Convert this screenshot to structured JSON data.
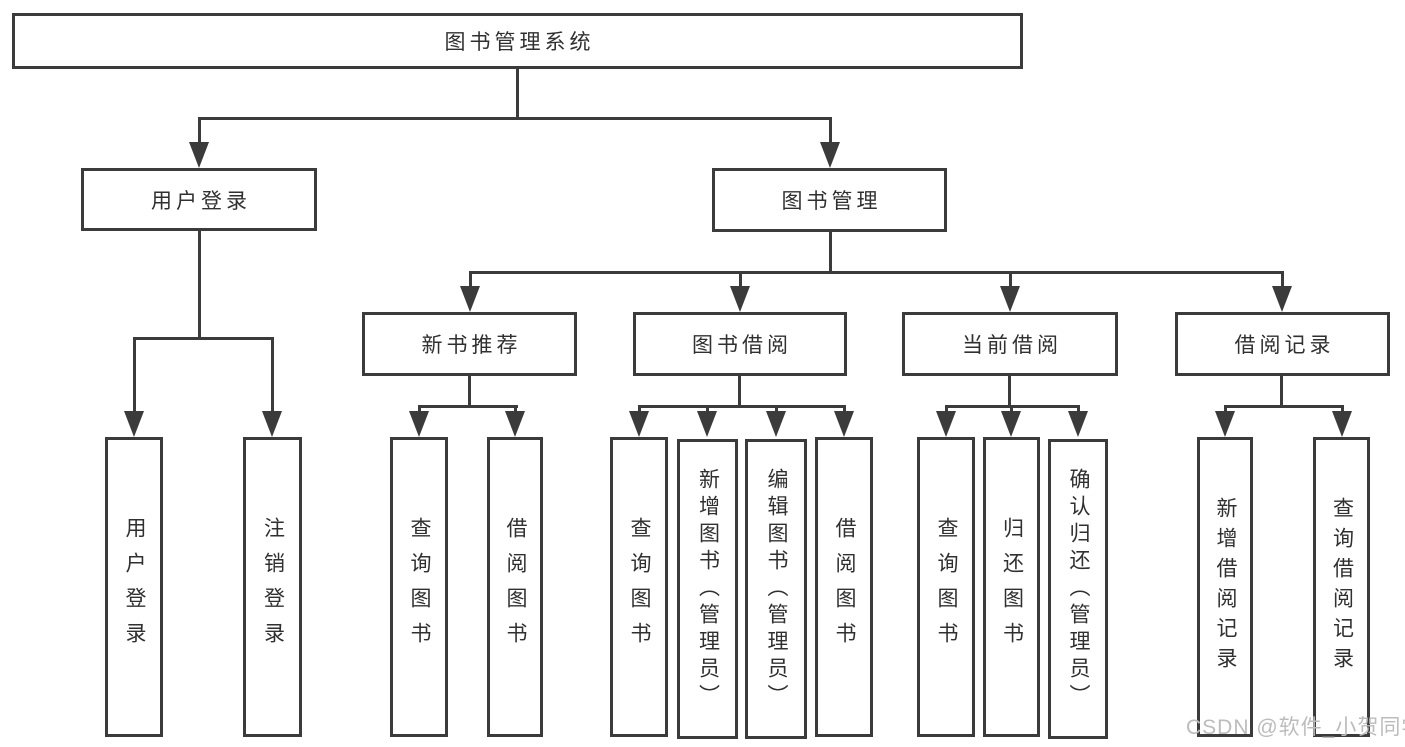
{
  "root": {
    "label": "图书管理系统"
  },
  "branches": [
    {
      "label": "用户登录",
      "children": [
        {
          "label": "用户登录"
        },
        {
          "label": "注销登录"
        }
      ]
    },
    {
      "label": "图书管理",
      "children": [
        {
          "label": "新书推荐",
          "children": [
            {
              "label": "查询图书"
            },
            {
              "label": "借阅图书"
            }
          ]
        },
        {
          "label": "图书借阅",
          "children": [
            {
              "label": "查询图书"
            },
            {
              "label": "新增图书（管理员）"
            },
            {
              "label": "编辑图书（管理员）"
            },
            {
              "label": "借阅图书"
            }
          ]
        },
        {
          "label": "当前借阅",
          "children": [
            {
              "label": "查询图书"
            },
            {
              "label": "归还图书"
            },
            {
              "label": "确认归还（管理员）"
            }
          ]
        },
        {
          "label": "借阅记录",
          "children": [
            {
              "label": "新增借阅记录"
            },
            {
              "label": "查询借阅记录"
            }
          ]
        }
      ]
    }
  ],
  "watermark": {
    "text": "CSDN @软件_小贺同学"
  },
  "colors": {
    "line": "#3b3b3b",
    "text": "#303030",
    "background": "#ffffff",
    "watermark": "#bcbcbc"
  }
}
